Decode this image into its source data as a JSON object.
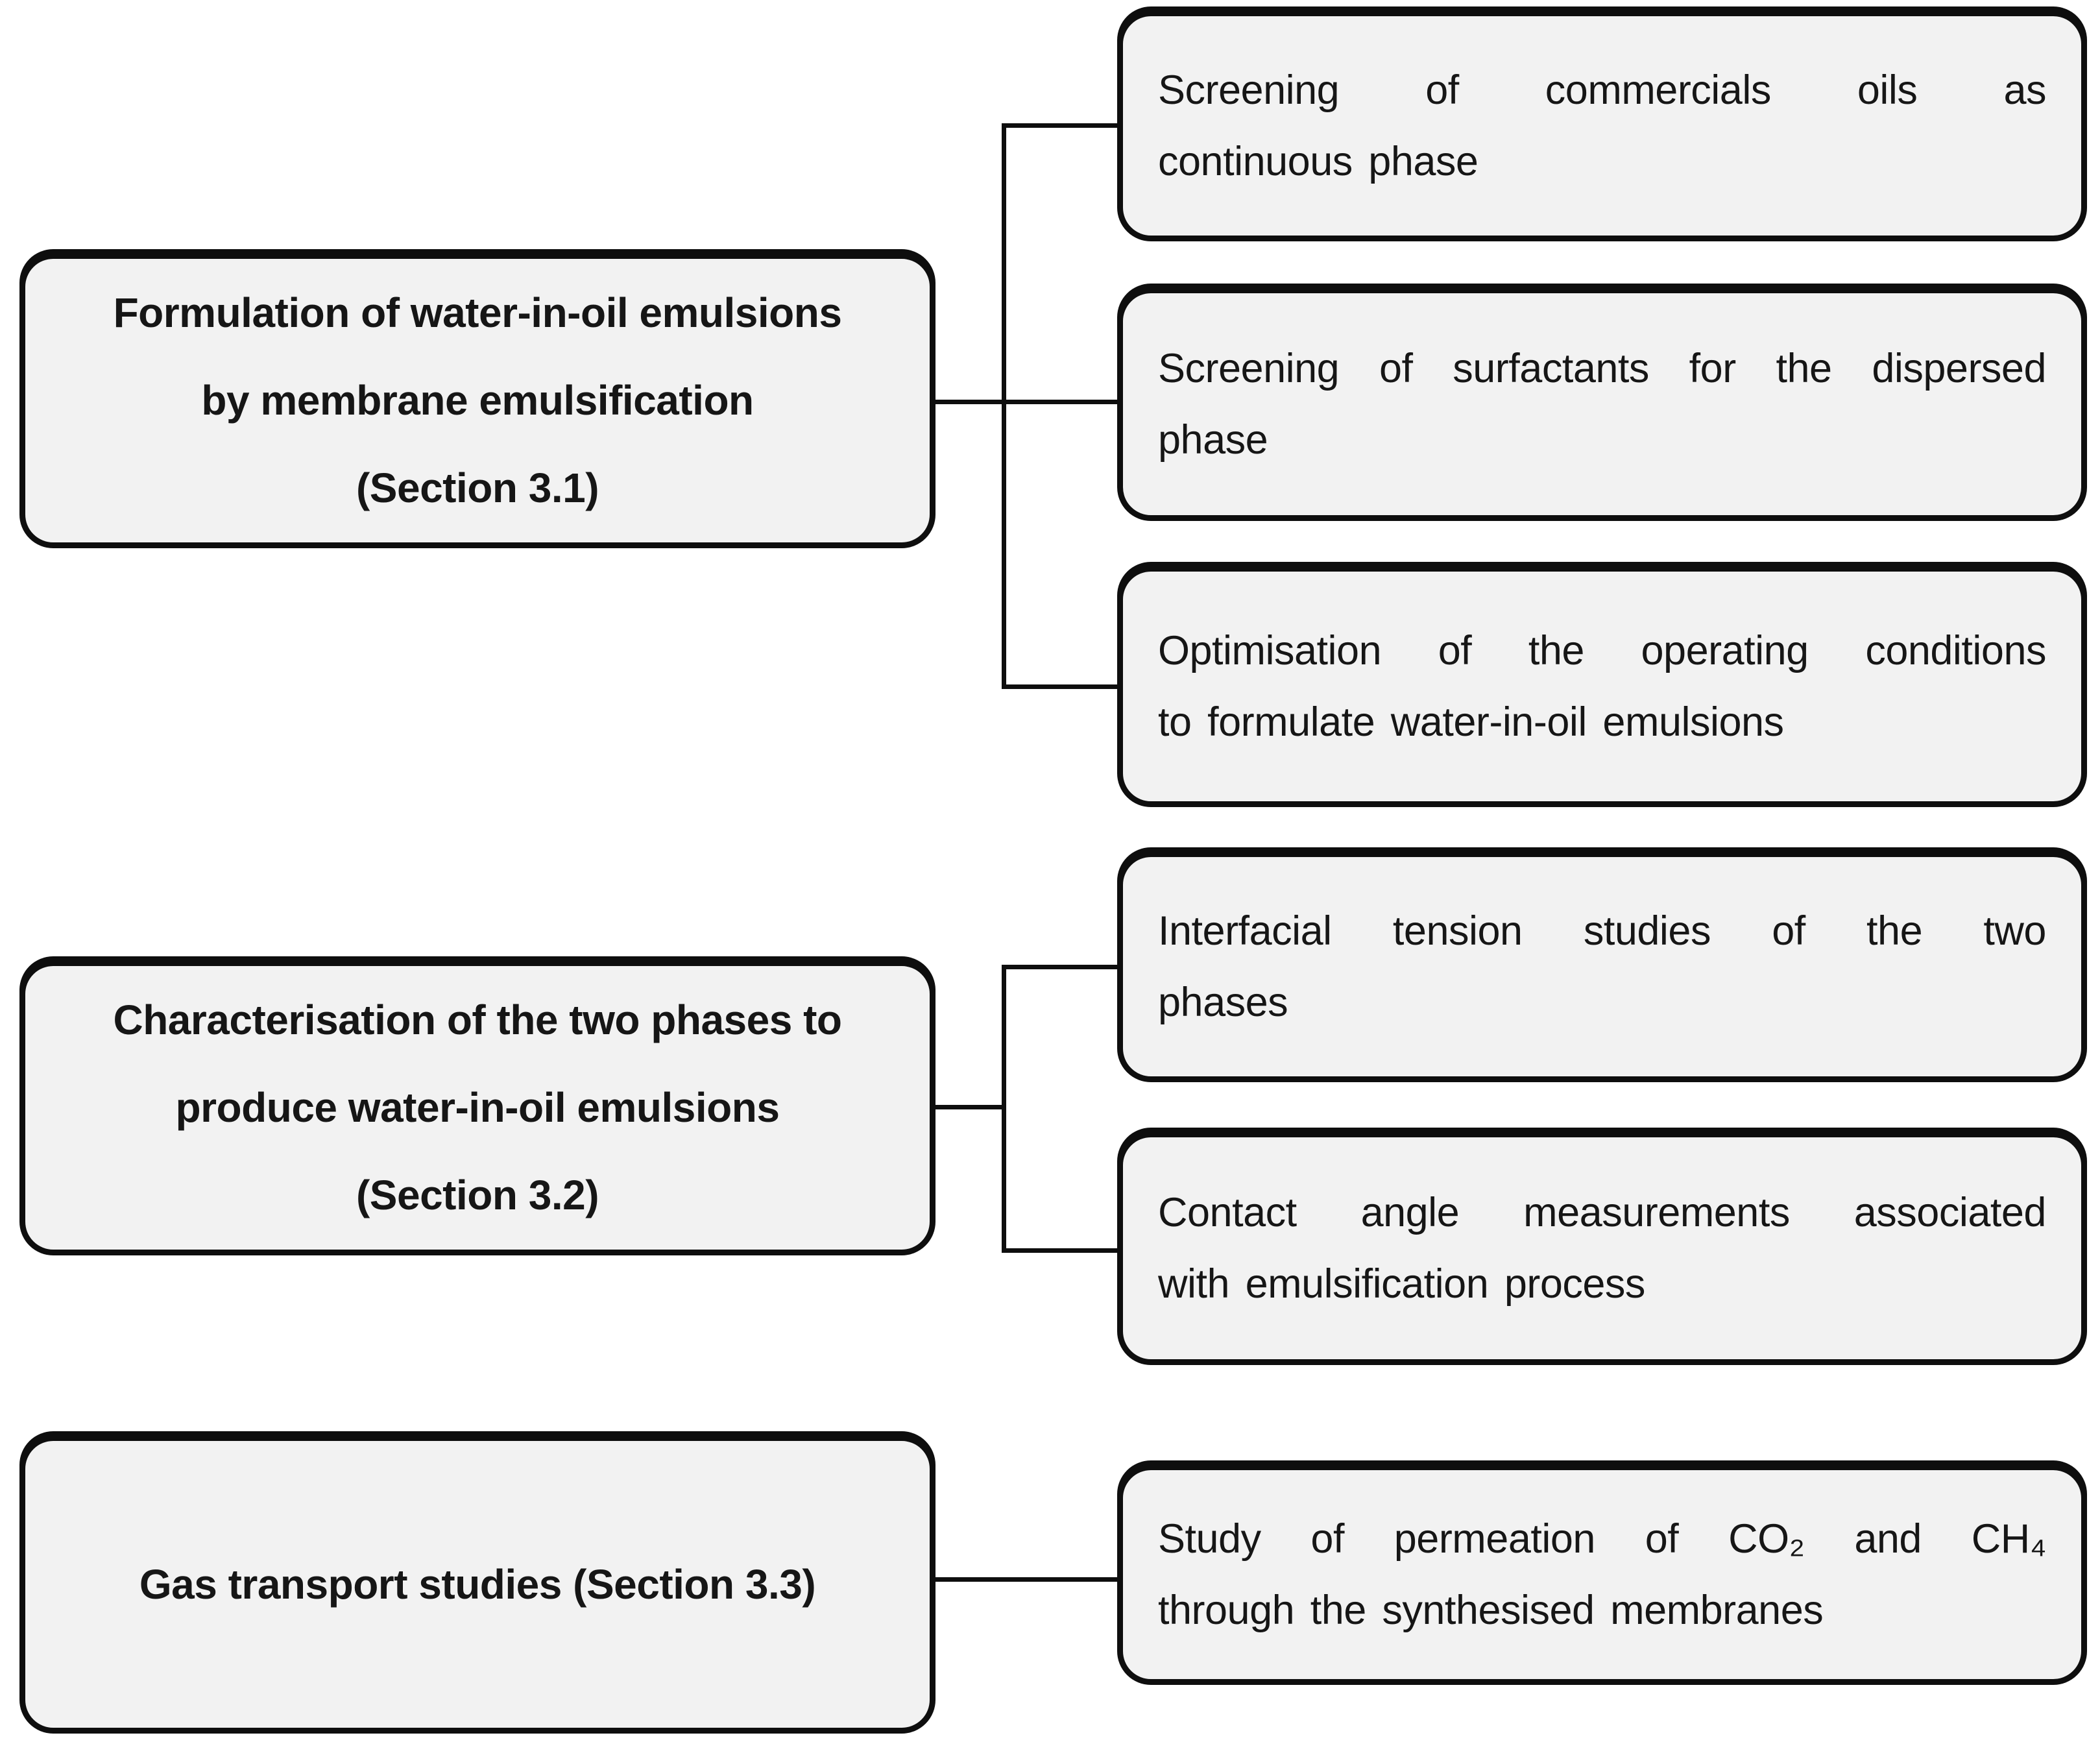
{
  "styles": {
    "page_bg": "#ffffff",
    "box_fill": "#f2f2f2",
    "box_border": "#0e0e0e",
    "line_color": "#0e0e0e",
    "text_color": "#161616"
  },
  "groups": [
    {
      "section": {
        "lines": [
          "Formulation of water-in-oil emulsions",
          "by membrane emulsification",
          "(Section 3.1)"
        ]
      },
      "items": [
        {
          "line1": "Screening of commercials oils as",
          "line2": "continuous phase"
        },
        {
          "line1": "Screening of surfactants for the dispersed",
          "line2": "phase"
        },
        {
          "line1": "Optimisation of the operating conditions",
          "line2": "to formulate water-in-oil emulsions"
        }
      ]
    },
    {
      "section": {
        "lines": [
          "Characterisation of the two phases to",
          "produce water-in-oil emulsions",
          "(Section 3.2)"
        ]
      },
      "items": [
        {
          "line1": "Interfacial tension studies of the two",
          "line2": "phases"
        },
        {
          "line1": "Contact angle measurements associated",
          "line2": "with emulsification process"
        }
      ]
    },
    {
      "section": {
        "lines": [
          "Gas transport studies (Section 3.3)"
        ]
      },
      "items": [
        {
          "line1": "Study of permeation of CO₂ and CH₄",
          "line2": "through the synthesised membranes"
        }
      ]
    }
  ]
}
